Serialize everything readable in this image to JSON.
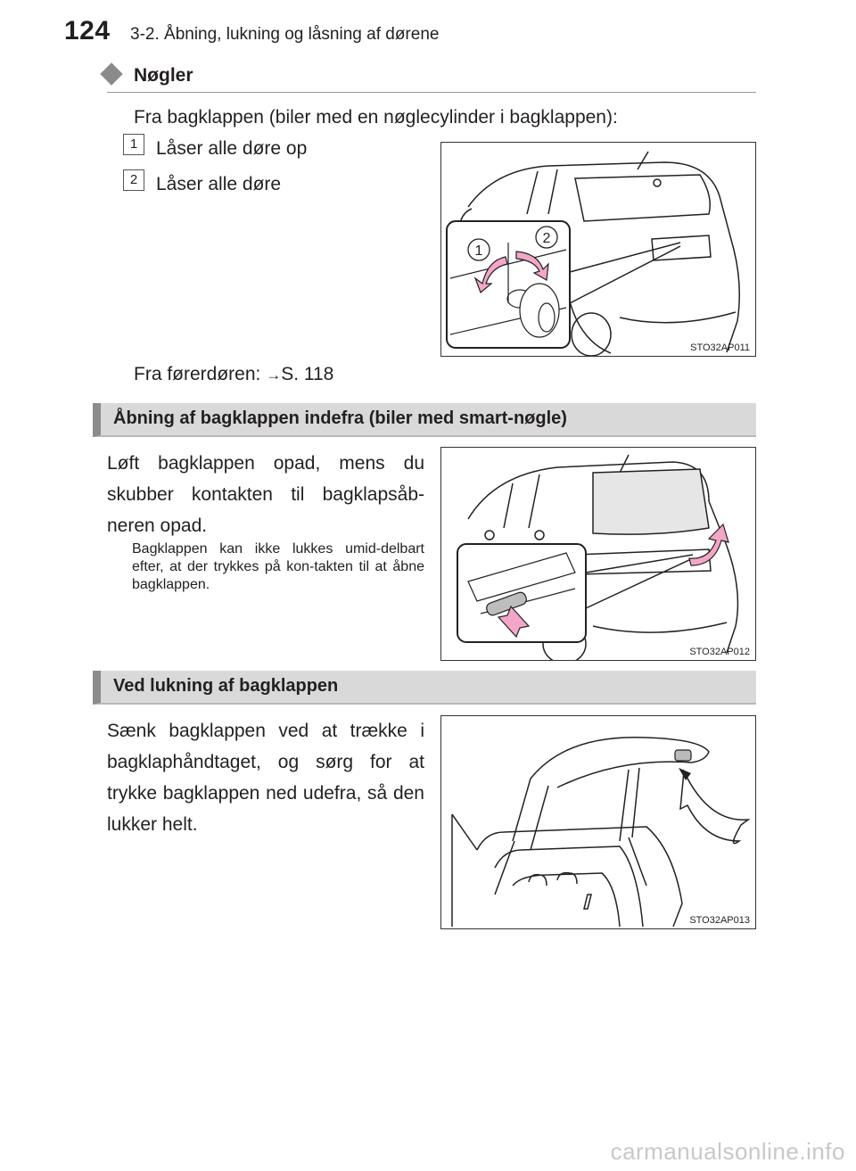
{
  "header": {
    "page_number": "124",
    "running_title": "3-2. Åbning, lukning og låsning af dørene"
  },
  "keys_section": {
    "title": "Nøgler",
    "intro": "Fra bagklappen (biler med en nøglecylinder i bagklappen):",
    "items": [
      {
        "number": "1",
        "text": "Låser alle døre op"
      },
      {
        "number": "2",
        "text": "Låser alle døre"
      }
    ],
    "driver_door_ref_prefix": "Fra førerdøren: ",
    "driver_door_ref_arrow": "→",
    "driver_door_ref_page": "S. 118",
    "figure": {
      "code": "STO32AP011",
      "callouts": [
        "1",
        "2"
      ]
    }
  },
  "open_section": {
    "title": "Åbning af bagklappen indefra (biler med smart-nøgle)",
    "body": "Løft bagklappen opad, mens du skubber kontakten til bagklapsåb-neren opad.",
    "note": "Bagklappen kan ikke lukkes umid-delbart efter, at der trykkes på kon-takten til at åbne bagklappen.",
    "figure": {
      "code": "STO32AP012"
    }
  },
  "close_section": {
    "title": "Ved lukning af bagklappen",
    "body": "Sænk bagklappen ved at trække i bagklaphåndtaget, og sørg for at trykke bagklappen ned udefra, så den lukker helt.",
    "figure": {
      "code": "STO32AP013"
    }
  },
  "watermark": "carmanualsonline.info",
  "colors": {
    "banner_fill": "#d9d9d9",
    "banner_bar": "#8c8c8c",
    "arrow_pink": "#f4a6c8"
  }
}
